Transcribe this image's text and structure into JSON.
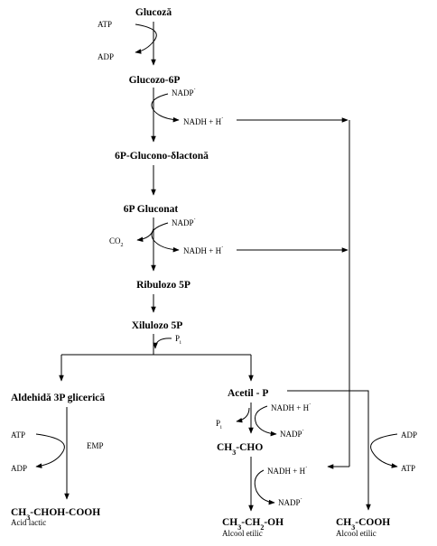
{
  "nodes": {
    "glucoza": "Glucoză",
    "glucozo6p": "Glucozo-6P",
    "gluconolactona": "6P-Glucono-δlactonă",
    "gluconat": "6P Gluconat",
    "ribulozo": "Ribulozo 5P",
    "xilulozo": "Xilulozo 5P",
    "aldehida": "Aldehidă 3P glicerică",
    "acetilp": "Acetil - P",
    "ch3cho": "CH3-CHO",
    "ch3chohcooh": "CH3-CHOH-COOH",
    "ch3ch2oh": "CH3-CH2-OH",
    "ch3cooh": "CH3-COOH"
  },
  "subtitles": {
    "acid_lactic": "Acid lactic",
    "alcool1": "Alcool etilic",
    "alcool2": "Alcool etilic"
  },
  "cofactors": {
    "atp1": "ATP",
    "adp1": "ADP",
    "nadp1": "NADP",
    "nadh1": "NADH + H",
    "nadp2": "NADP",
    "co2": "CO2",
    "nadh2": "NADH + H",
    "pi1": "Pi",
    "atp2": "ATP",
    "adp2": "ADP",
    "emp": "EMP",
    "pi2": "Pi",
    "nadh3": "NADH + H",
    "nadp3": "NADP",
    "nadh4": "NADH + H",
    "nadp4": "NADP",
    "adp3": "ADP",
    "atp3": "ATP"
  }
}
